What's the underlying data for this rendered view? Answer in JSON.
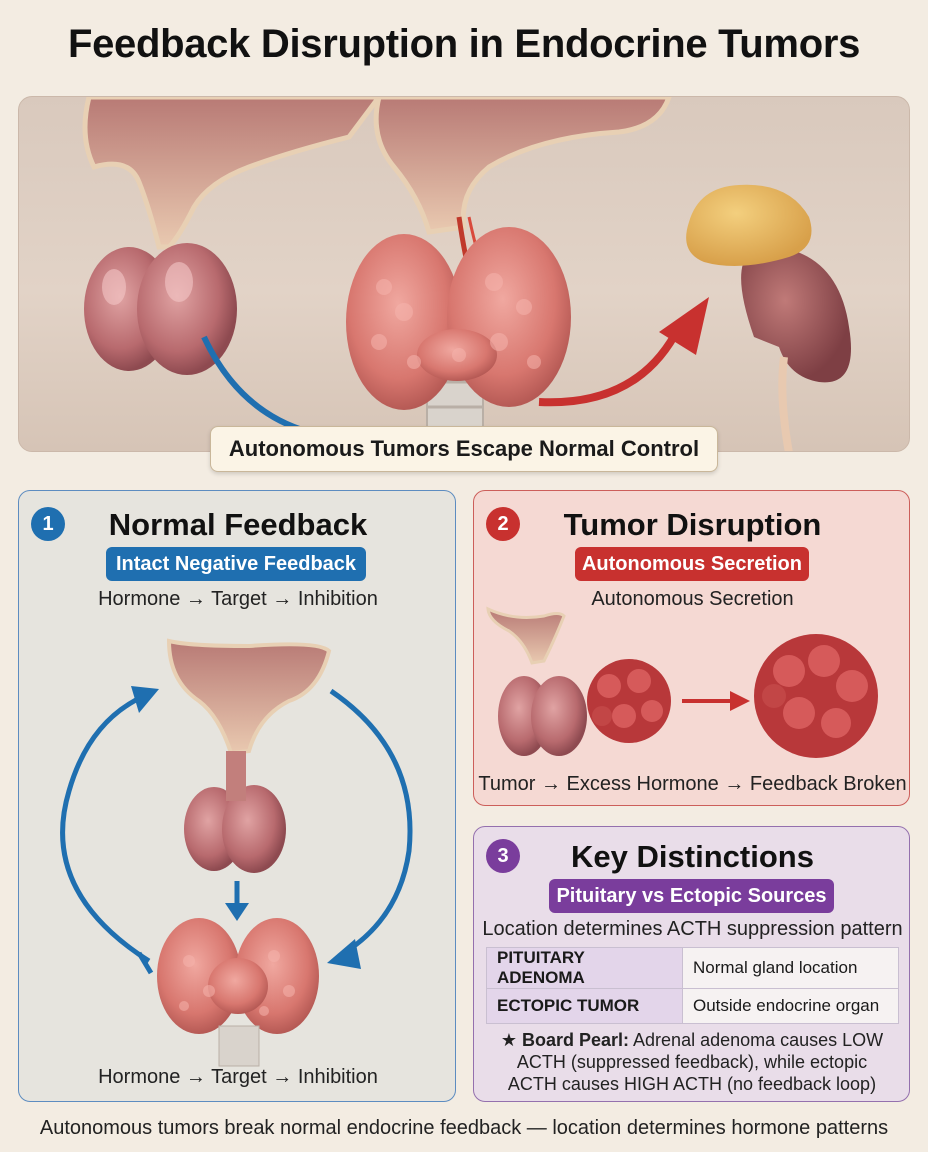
{
  "title": "Feedback Disruption in Endocrine Tumors",
  "hero": {
    "label": "Autonomous Tumors Escape Normal Control"
  },
  "panels": {
    "normal": {
      "number": "1",
      "title": "Normal Feedback",
      "pill": "Intact Negative Feedback",
      "subtitle": "Hormone → Target → Inhibition",
      "bottom": "Hormone → Target → Inhibition"
    },
    "tumor": {
      "number": "2",
      "title": "Tumor Disruption",
      "pill": "Autonomous Secretion",
      "subtitle": "Autonomous Secretion",
      "bottom": "Tumor → Excess Hormone → Feedback Broken"
    },
    "key": {
      "number": "3",
      "title": "Key Distinctions",
      "pill": "Pituitary vs Ectopic Sources",
      "subtitle": "Location determines ACTH suppression pattern",
      "table": [
        {
          "key": "PITUITARY ADENOMA",
          "value": "Normal gland location"
        },
        {
          "key": "ECTOPIC TUMOR",
          "value": "Outside endocrine organ"
        }
      ],
      "pearl_star": "★",
      "pearl_lead": "Board Pearl:",
      "pearl_line1": "Adrenal adenoma causes LOW",
      "pearl_line2": "ACTH (suppressed feedback), while ectopic",
      "pearl_line3": "ACTH causes HIGH ACTH (no feedback loop)"
    }
  },
  "footer": "Autonomous tumors break normal endocrine feedback — location determines hormone patterns",
  "colors": {
    "blue": "#1f6fb0",
    "red": "#c8312f",
    "purple": "#7a3d9c",
    "tissue": "#c77a7a"
  }
}
